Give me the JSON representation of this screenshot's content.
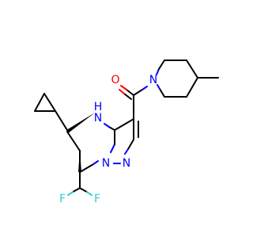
{
  "molecule": {
    "colors": {
      "carbon_bond": "#000000",
      "nitrogen": "#0000ff",
      "oxygen": "#ff0000",
      "fluorine": "#33cccc"
    },
    "atoms": {
      "oxygen": "O",
      "ring_nh": "N",
      "ring_nh_h": "H",
      "piperidine_n": "N",
      "bridgehead_n": "N",
      "pyrazole_n": "N",
      "fluorine_left": "F",
      "fluorine_right": "F"
    }
  }
}
